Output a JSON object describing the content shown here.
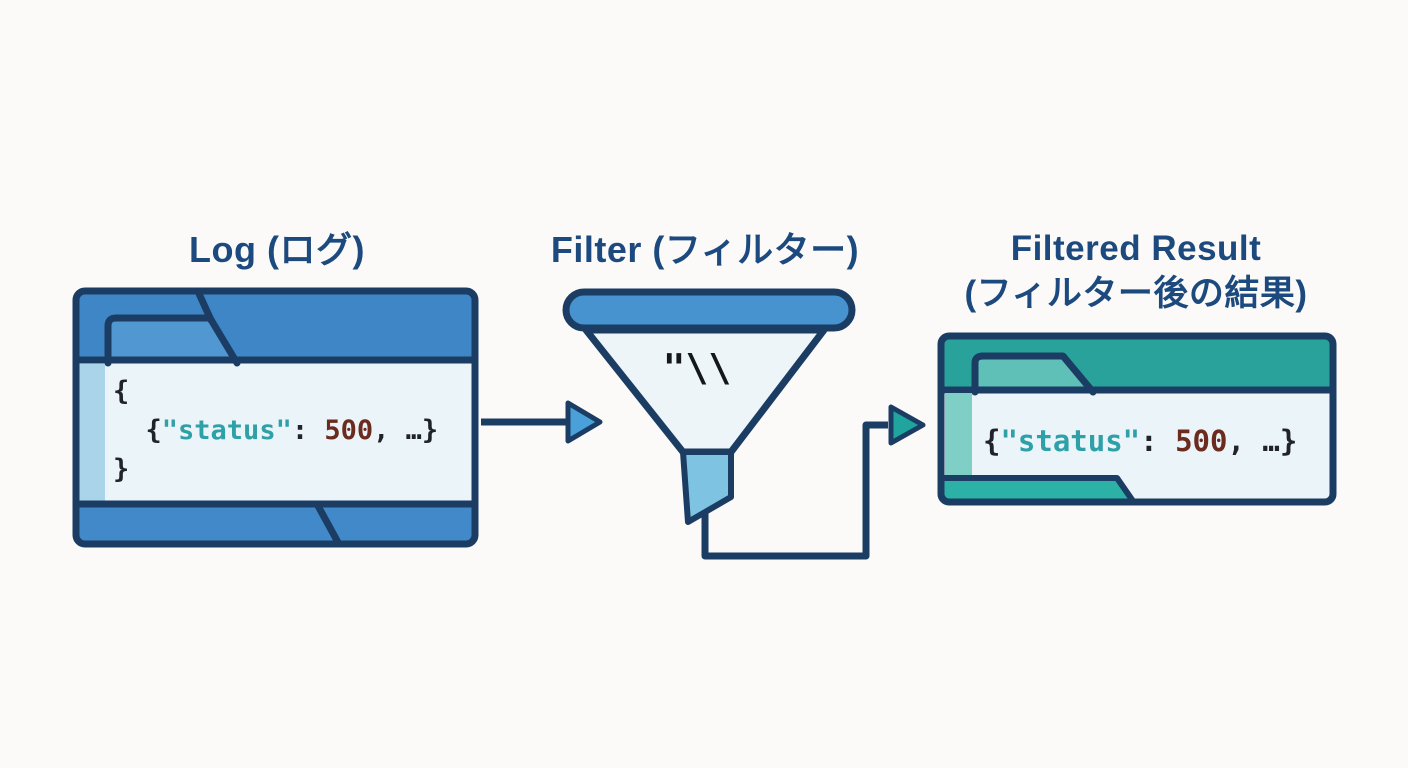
{
  "log": {
    "title": "Log (ログ)",
    "code": {
      "line1": "{",
      "line2_open": "  {",
      "key": "\"status\"",
      "colon": ": ",
      "value": "500",
      "tail": ", …}",
      "line3": "}"
    }
  },
  "filter": {
    "title": "Filter (フィルター)",
    "pattern": "\"\\\\"
  },
  "result": {
    "title_line1": "Filtered Result",
    "title_line2": "(フィルター後の結果)",
    "code": {
      "open": "{",
      "key": "\"status\"",
      "colon": ": ",
      "value": "500",
      "tail": ", …}"
    }
  },
  "colors": {
    "card_blue_header": "#3f86c7",
    "card_blue_tab": "#5197d1",
    "card_blue_footer": "#4289c9",
    "card_blue_strip": "#a9d4ea",
    "card_teal_header": "#29a29b",
    "card_teal_tab": "#5fc0b7",
    "card_teal_strip": "#80cfc7",
    "card_teal_footer": "#2cb1a7",
    "code_background": "#ebf4f8",
    "outline_navy": "#1b3d64",
    "title_navy": "#1c4a7e",
    "funnel_bar_blue": "#4793cf",
    "funnel_body": "#edf5f9",
    "funnel_spout_blue": "#7ec4e2",
    "arrow_head_blue": "#4aa0d8",
    "arrow_head_teal": "#20a59e",
    "code_key_teal": "#2ea0a8",
    "code_value_maroon": "#6b2b1e"
  }
}
